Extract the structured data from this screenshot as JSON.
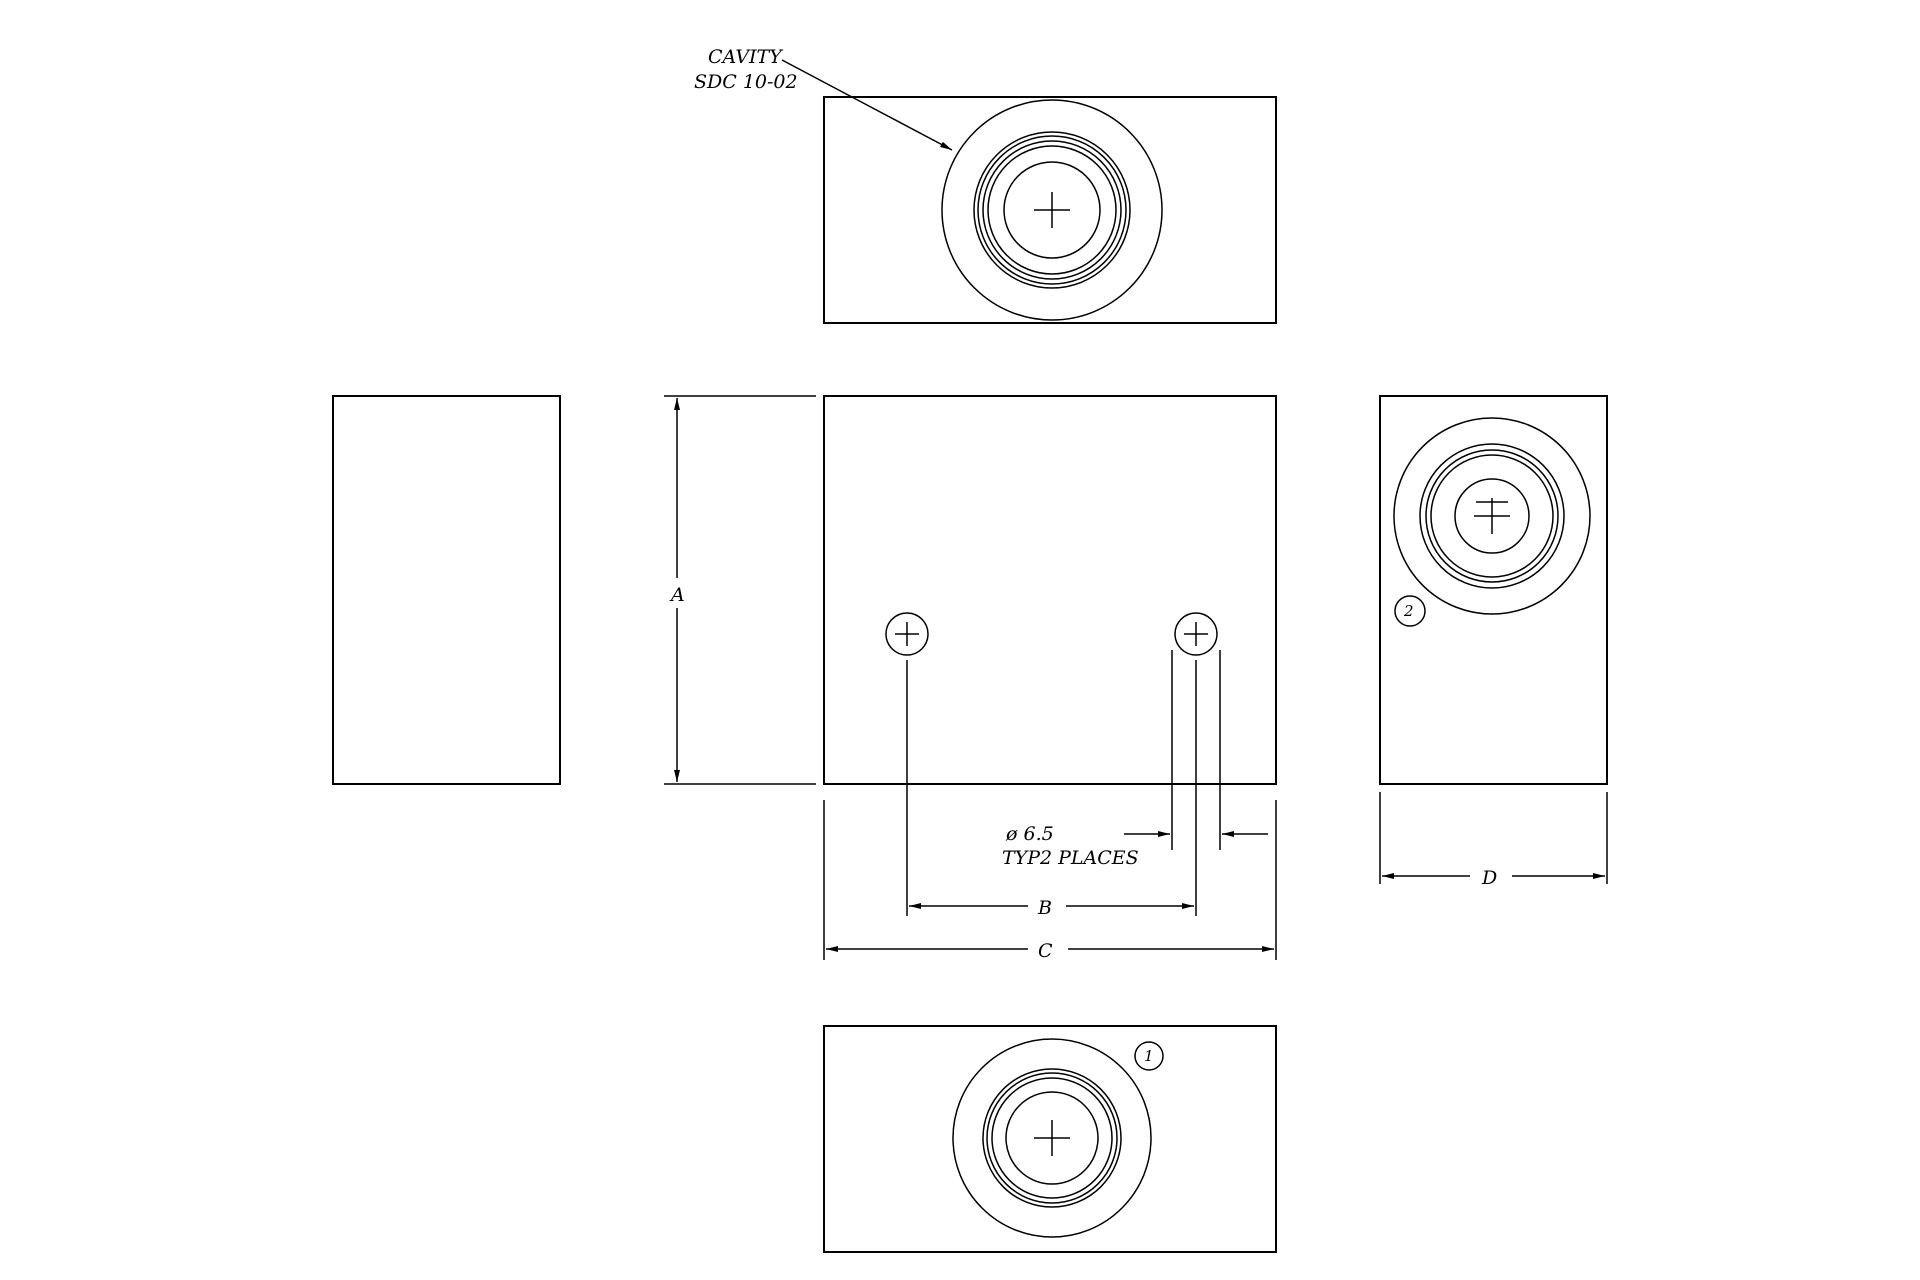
{
  "cavity_callout": {
    "line1": "CAVITY",
    "line2": "SDC 10-02"
  },
  "dimensions": {
    "a": "A",
    "b": "B",
    "c": "C",
    "d": "D"
  },
  "hole_note": {
    "line1": "ø 6.5",
    "line2": "TYP2 PLACES"
  },
  "ports": {
    "port_1": "1",
    "port_2": "2"
  }
}
